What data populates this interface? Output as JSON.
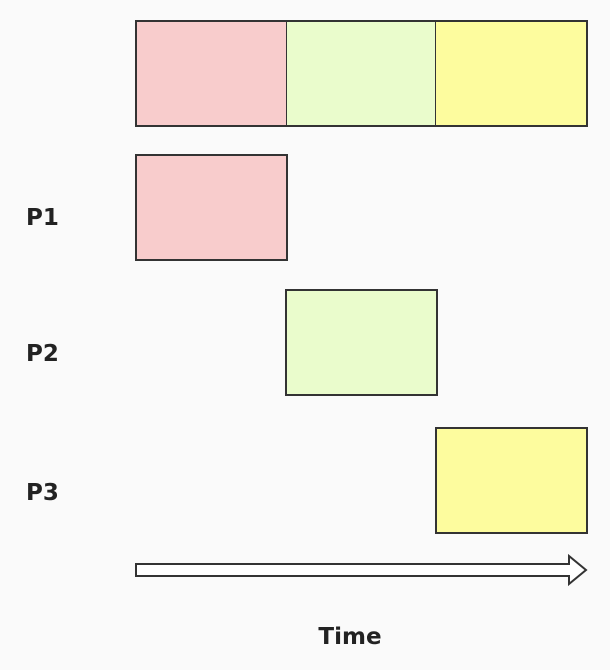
{
  "processes": [
    {
      "label": "P1",
      "color": "#f8cccc"
    },
    {
      "label": "P2",
      "color": "#eafccc"
    },
    {
      "label": "P3",
      "color": "#fdfc9e"
    }
  ],
  "timeline": {
    "axis_label": "Time"
  }
}
